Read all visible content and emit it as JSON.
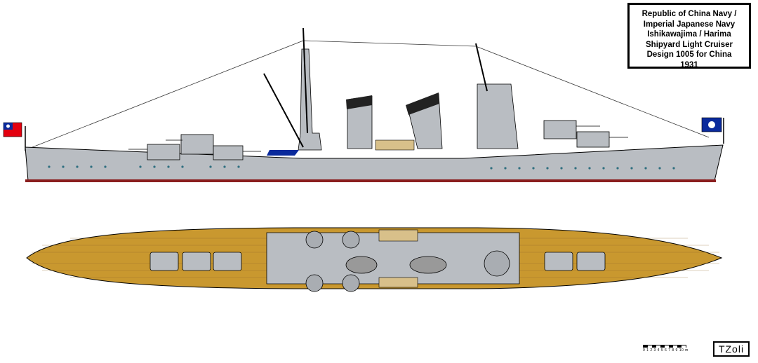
{
  "title": {
    "lines": [
      "Republic of China Navy /",
      "Imperial Japanese Navy",
      "Ishikawajima / Harima",
      "Shipyard Light Cruiser",
      "Design 1005 for China",
      "1931"
    ]
  },
  "scale": {
    "labels": "0 1 2 3 4 5 6 7 8 9 10 m"
  },
  "signature": "TZoli",
  "colors": {
    "hull": "#b9bdc2",
    "deck": "#c9982f",
    "flag_red": "#e3000f",
    "flag_blue": "#0a2a9c"
  }
}
